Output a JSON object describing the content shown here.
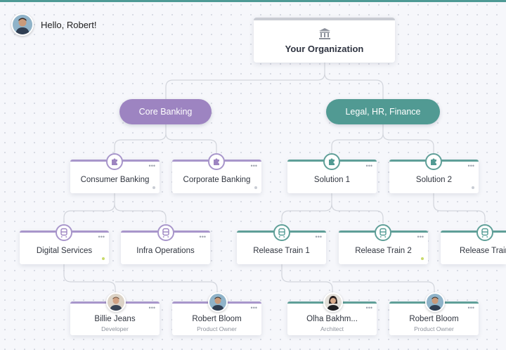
{
  "greeting": {
    "text": "Hello, Robert!"
  },
  "org": {
    "title": "Your Organization",
    "icon": "bank-icon"
  },
  "divisions": [
    {
      "label": "Core Banking",
      "color": "#9d84c1"
    },
    {
      "label": "Legal, HR, Finance",
      "color": "#519a93"
    }
  ],
  "units": [
    {
      "label": "Consumer Banking",
      "icon": "puzzle-icon"
    },
    {
      "label": "Corporate Banking",
      "icon": "puzzle-icon"
    },
    {
      "label": "Solution 1",
      "icon": "puzzle-icon"
    },
    {
      "label": "Solution 2",
      "icon": "puzzle-icon"
    }
  ],
  "teams": [
    {
      "label": "Digital Services",
      "icon": "train-icon"
    },
    {
      "label": "Infra Operations",
      "icon": "train-icon"
    },
    {
      "label": "Release Train 1",
      "icon": "train-icon"
    },
    {
      "label": "Release Train 2",
      "icon": "train-icon"
    },
    {
      "label": "Release Train",
      "icon": "train-icon"
    }
  ],
  "people": [
    {
      "name": "Billie Jeans",
      "role": "Developer"
    },
    {
      "name": "Robert Bloom",
      "role": "Product Owner"
    },
    {
      "name": "Olha Bakhm...",
      "role": "Architect"
    },
    {
      "name": "Robert Bloom",
      "role": "Product Owner"
    }
  ],
  "menu_glyph": "•••",
  "colors": {
    "purple": "#9d84c1",
    "teal": "#519a93",
    "accent_line": "#4e9a95"
  }
}
